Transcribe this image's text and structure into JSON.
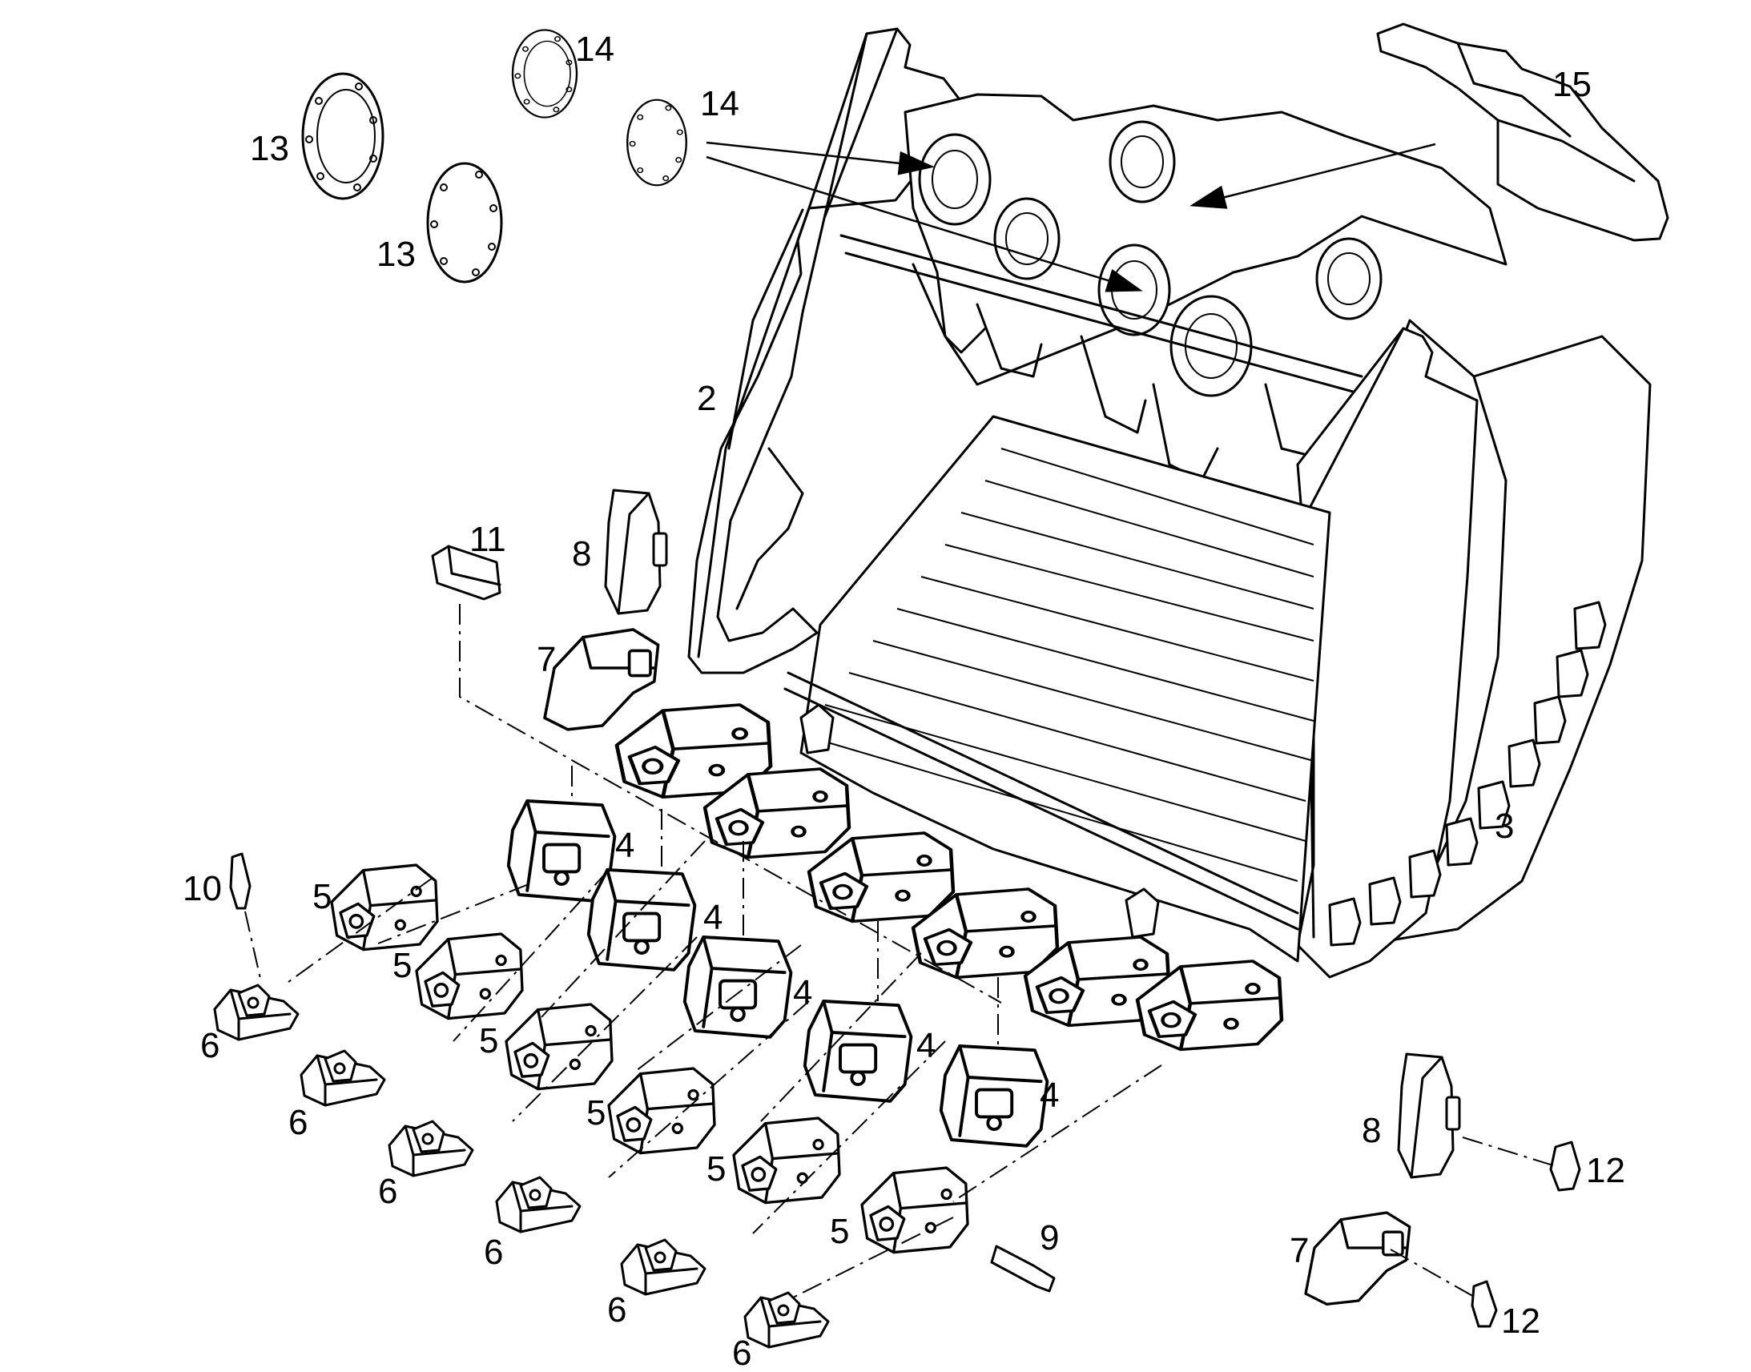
{
  "callouts": {
    "c2": "2",
    "c3": "3",
    "c4": "4",
    "c5": "5",
    "c6": "6",
    "c7": "7",
    "c8": "8",
    "c9": "9",
    "c10": "10",
    "c11": "11",
    "c12": "12",
    "c13": "13",
    "c14": "14",
    "c15": "15"
  }
}
